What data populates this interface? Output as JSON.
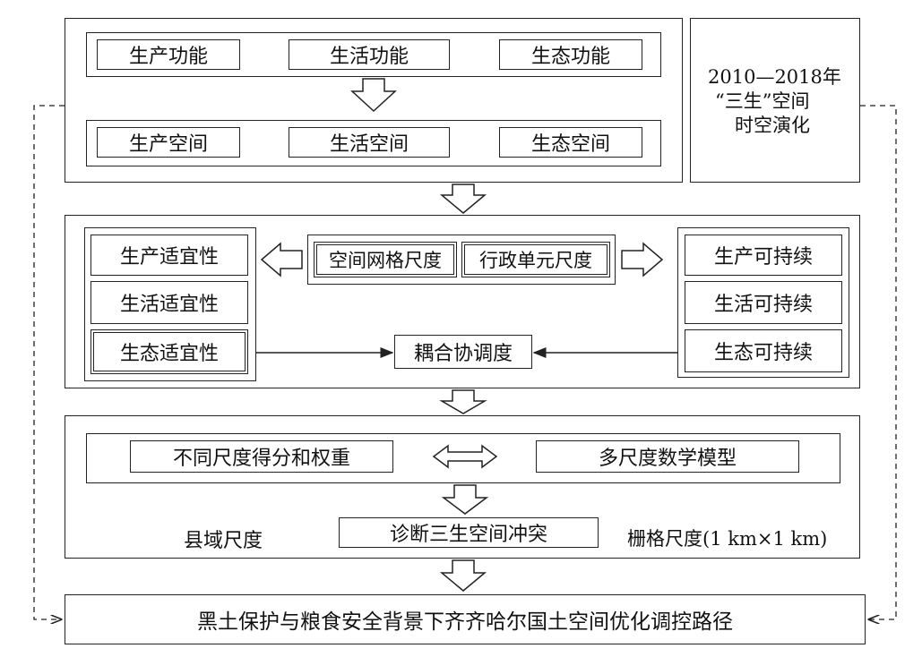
{
  "stage1": {
    "functions": [
      "生产功能",
      "生活功能",
      "生态功能"
    ],
    "spaces": [
      "生产空间",
      "生活空间",
      "生态空间"
    ],
    "side_note": [
      "2010—2018年",
      "“三生”空间",
      "时空演化"
    ]
  },
  "stage2": {
    "suitability": [
      "生产适宜性",
      "生活适宜性",
      "生态适宜性"
    ],
    "scales": [
      "空间网格尺度",
      "行政单元尺度"
    ],
    "sustainability": [
      "生产可持续",
      "生活可持续",
      "生态可持续"
    ],
    "coupling": "耦合协调度"
  },
  "stage3": {
    "scores": "不同尺度得分和权重",
    "model": "多尺度数学模型",
    "county_scale": "县域尺度",
    "diagnose": "诊断三生空间冲突",
    "grid_scale": "栅格尺度(1 km×1 km)"
  },
  "result": "黑土保护与粮食安全背景下齐齐哈尔国土空间优化调控路径",
  "colors": {
    "line": "#222222",
    "background": "#ffffff"
  }
}
